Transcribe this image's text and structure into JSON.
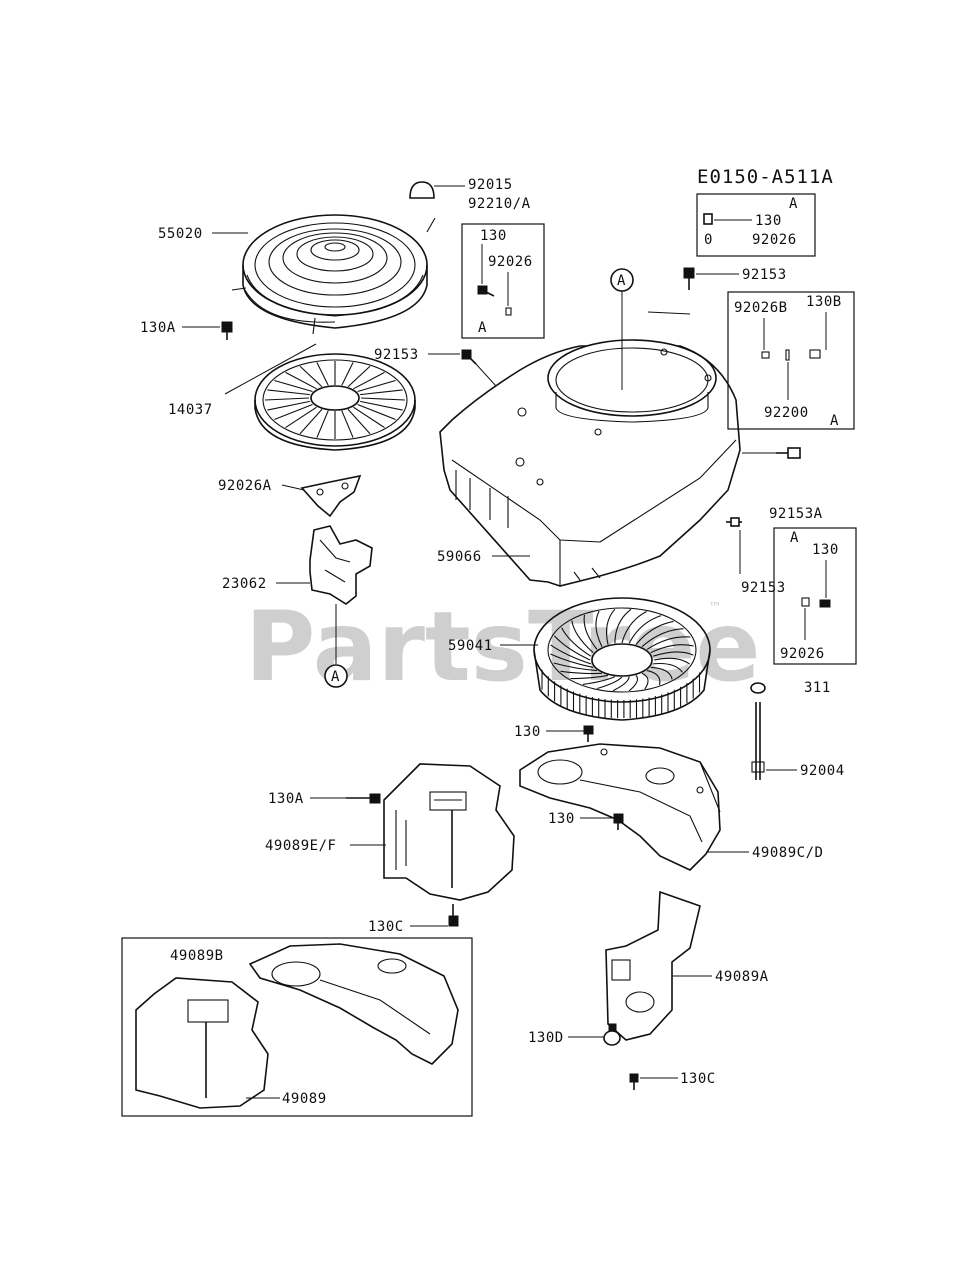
{
  "diagram_code": "E0150-A511A",
  "watermark": {
    "brand": "PartsTree",
    "trademark": "™"
  },
  "labels": {
    "p92015": "92015",
    "p92210": "92210/A",
    "p55020": "55020",
    "p130A_top": "130A",
    "p14037": "14037",
    "p92026A": "92026A",
    "p23062": "23062",
    "p92153_left": "92153",
    "p92153_top": "92153",
    "p92153_right": "92153",
    "p59066": "59066",
    "p59041": "59041",
    "p92153A": "92153A",
    "p311": "311",
    "p130_mid": "130",
    "p92004": "92004",
    "p130A_mid": "130A",
    "p130_low": "130",
    "p49089EF": "49089E/F",
    "p49089CD": "49089C/D",
    "p130C_mid": "130C",
    "p49089B": "49089B",
    "p49089": "49089",
    "p49089A": "49089A",
    "p130D": "130D",
    "p130C_low": "130C"
  },
  "ref_markers": {
    "housing_ref": "A",
    "bracket_ref": "A"
  },
  "inset_130_92026": {
    "top": "130",
    "mid": "92026",
    "tag": "A"
  },
  "inset_top_right": {
    "tag": "A",
    "a": "130",
    "b": "92026"
  },
  "inset_92026B": {
    "a": "92026B",
    "b": "130B",
    "c": "92200",
    "tag": "A"
  },
  "inset_92153A": {
    "tag": "A",
    "a": "130",
    "b": "92026"
  }
}
